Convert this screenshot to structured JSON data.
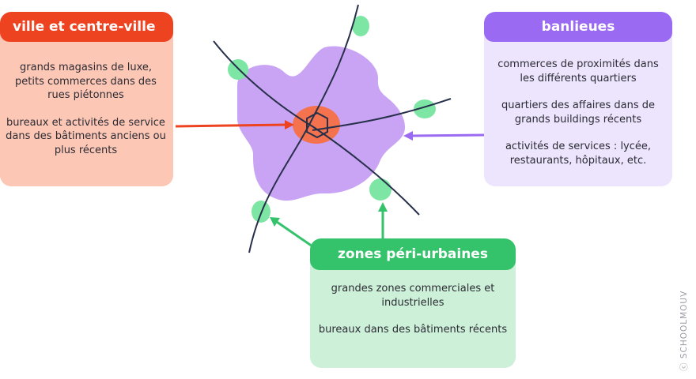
{
  "boxes": {
    "ville": {
      "title": "ville et centre-ville",
      "paragraphs": [
        "grands magasins de luxe, petits commerces dans des rues piétonnes",
        "bureaux et activités de service dans des bâtiments anciens ou plus récents"
      ]
    },
    "banlieues": {
      "title": "banlieues",
      "paragraphs": [
        "commerces de proximités dans les différents quartiers",
        "quartiers des affaires dans de grands buildings récents",
        "activités de services : lycée, restaurants, hôpitaux, etc."
      ]
    },
    "peri": {
      "title": "zones péri-urbaines",
      "paragraphs": [
        "grandes zones commerciales et industrielles",
        "bureaux dans des bâtiments récents"
      ]
    }
  },
  "copyright": "ⓒ SCHOOLMOUV",
  "colors": {
    "ville": "#ee4321",
    "ville_bg": "#fdc7b6",
    "banlieues": "#9a6af2",
    "banlieues_bg": "#ede4fd",
    "peri": "#34c26b",
    "peri_bg": "#cdf0d9",
    "city_blob": "#c9a4f4",
    "centre": "#f5724e",
    "nodes": "#7ee6a4",
    "roads": "#27304a"
  }
}
